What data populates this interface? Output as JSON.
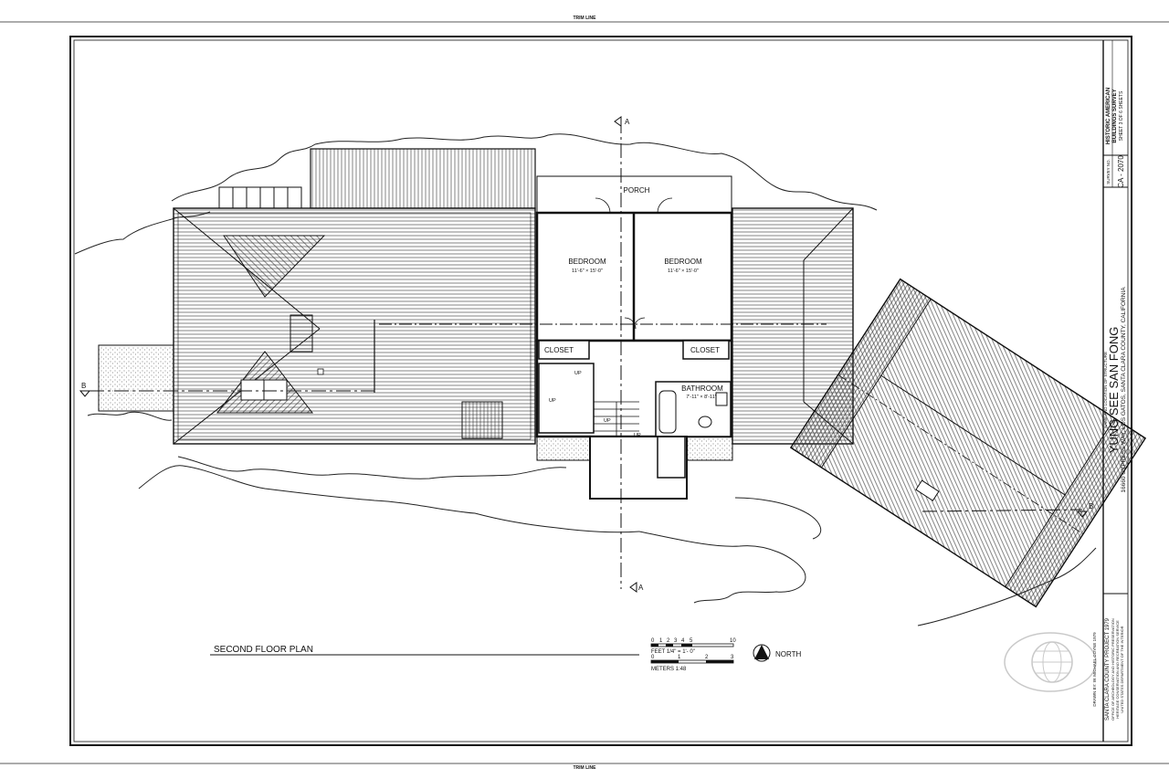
{
  "sheet": {
    "trim_line_top": "TRIM LINE",
    "trim_line_bottom": "TRIM LINE",
    "plan_title": "SECOND FLOOR PLAN"
  },
  "rooms": {
    "porch": "PORCH",
    "bedroom_left": "BEDROOM",
    "bedroom_left_size": "11'-6\" × 15'-0\"",
    "bedroom_right": "BEDROOM",
    "bedroom_right_size": "11'-6\" × 15'-0\"",
    "closet_left": "CLOSET",
    "closet_right": "CLOSET",
    "bathroom": "BATHROOM",
    "bathroom_size": "7'-11\" × 8'-11\"",
    "stair_up_1": "UP",
    "stair_up_2": "UP",
    "stair_up_3": "UP",
    "stair_up_4": "UP"
  },
  "section_marks": {
    "a_top": "A",
    "a_bottom": "A",
    "b_left": "B",
    "b_right": "B"
  },
  "scale": {
    "feet_ticks": [
      "0",
      "1",
      "2",
      "3",
      "4",
      "5",
      "10"
    ],
    "feet_label": "FEET 1/4\" = 1'- 0\"",
    "meter_ticks": [
      "0",
      "1",
      "2",
      "3"
    ],
    "meters_label": "METERS 1:48",
    "north_label": "NORTH"
  },
  "title_block": {
    "name_of_structure_label": "NAME AND LOCATION OF STRUCTURE",
    "building_name": "YUNG SEE SAN FONG",
    "address": "16660 CYPRESS WAY, LOS GATOS, SANTA CLARA COUNTY, CALIFORNIA",
    "survey_no_label": "SURVEY NO.",
    "survey_no": "CA - 2070",
    "habs_line1": "HISTORIC AMERICAN",
    "habs_line2": "BUILDINGS SURVEY",
    "sheet_of": "SHEET 3  OF  6  SHEETS",
    "drawn_by": "DRAWN BY: W. MICHAEL COYNE 1979",
    "project": "SANTA CLARA COUNTY PROJECT 1979",
    "office": "OFFICE OF ARCHEOLOGY AND HISTORIC PRESERVATION",
    "service": "HERITAGE CONSERVATION AND RECREATION SERVICE",
    "department": "UNITED STATES DEPARTMENT OF THE INTERIOR"
  }
}
